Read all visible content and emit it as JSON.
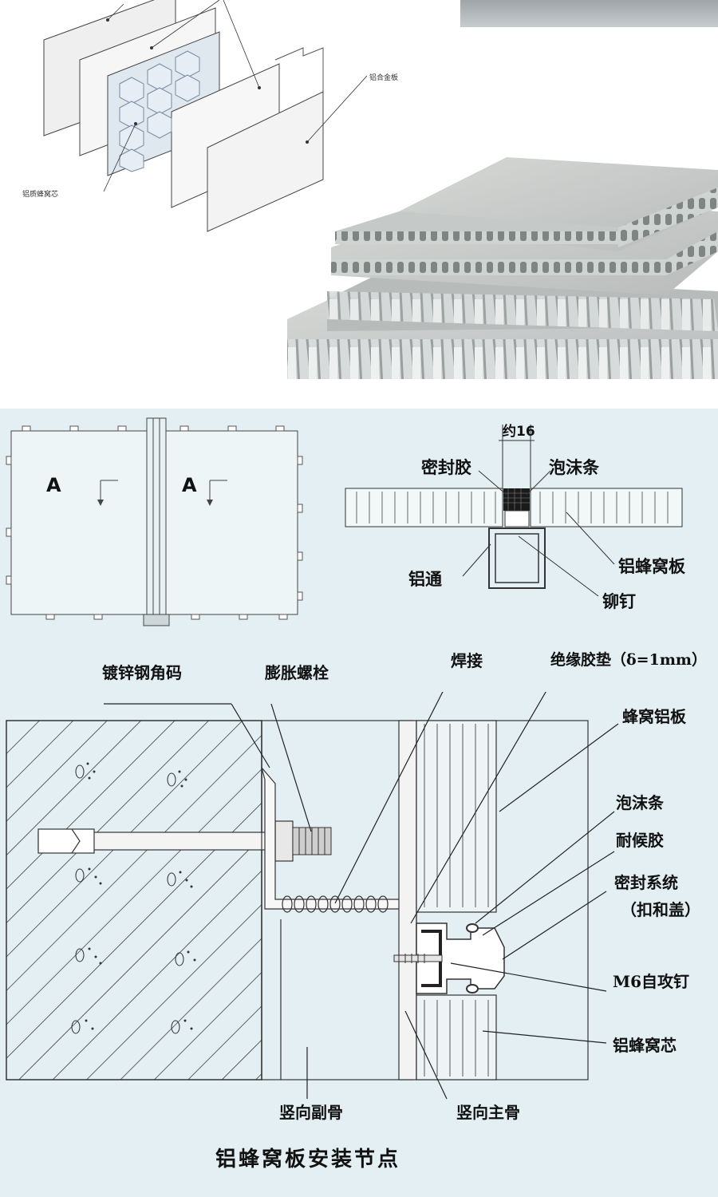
{
  "exploded": {
    "label_panel": "铝合金板",
    "label_core": "铝质蜂窝芯"
  },
  "plan_view": {
    "left_mark": "A",
    "right_mark": "A"
  },
  "joint_section": {
    "dim": "约16",
    "sealant": "密封胶",
    "foam": "泡沫条",
    "alu_tube": "铝通",
    "panel": "铝蜂窝板",
    "rivet": "铆钉"
  },
  "node": {
    "galv_angle": "镀锌钢角码",
    "expansion_bolt": "膨胀螺栓",
    "weld": "焊接",
    "insulation_pad": "绝缘胶垫（δ=1mm）",
    "honeycomb_panel": "蜂窝铝板",
    "foam_strip": "泡沫条",
    "weather_sealant": "耐候胶",
    "seal_system": "密封系统",
    "seal_system_sub": "（扣和盖）",
    "screw": "M6自攻钉",
    "core": "铝蜂窝芯",
    "sub_mullion": "竖向副骨",
    "main_mullion": "竖向主骨",
    "caption": "铝蜂窝板安装节点"
  }
}
